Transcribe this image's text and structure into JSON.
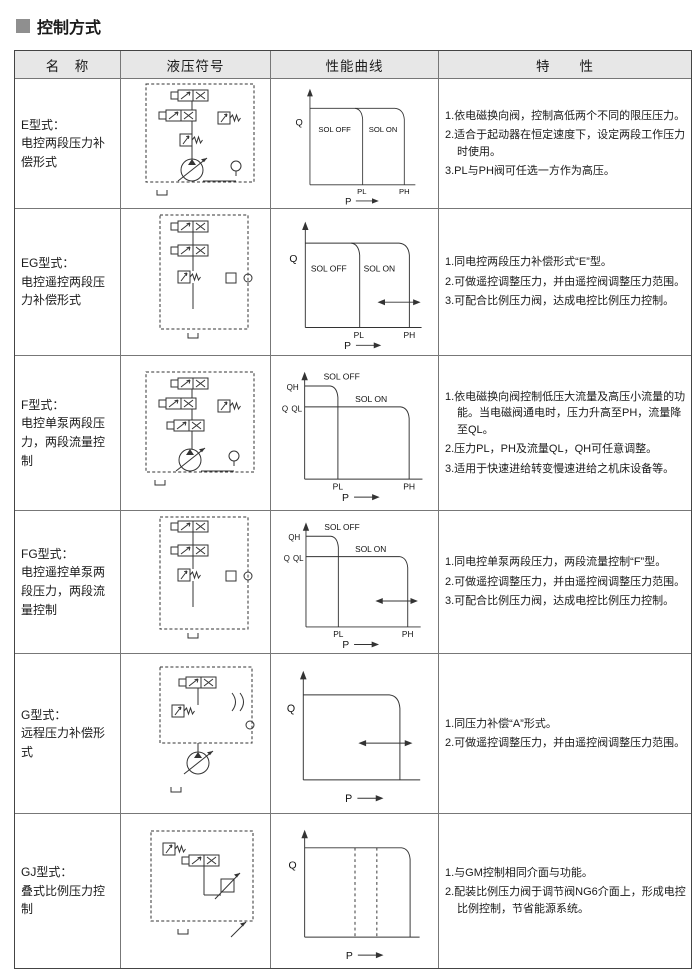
{
  "page": {
    "title": "控制方式"
  },
  "table": {
    "headers": [
      "名　称",
      "液压符号",
      "性能曲线",
      "特　　性"
    ],
    "rows": [
      {
        "name_title": "E型式：",
        "name_desc": "电控两段压力补偿形式",
        "curve": {
          "q": "Q",
          "p": "P",
          "sol_off": "SOL OFF",
          "sol_on": "SOL ON",
          "pl": "PL",
          "ph": "PH"
        },
        "traits": [
          "1.依电磁换向阀，控制高低两个不同的限压压力。",
          "2.适合于起动器在恒定速度下，设定两段工作压力时使用。",
          "3.PL与PH阀可任选一方作为高压。"
        ]
      },
      {
        "name_title": "EG型式：",
        "name_desc": "电控遥控两段压力补偿形式",
        "curve": {
          "q": "Q",
          "p": "P",
          "sol_off": "SOL OFF",
          "sol_on": "SOL ON",
          "pl": "PL",
          "ph": "PH"
        },
        "traits": [
          "1.同电控两段压力补偿形式“E”型。",
          "2.可做遥控调整压力，并由遥控阀调整压力范围。",
          "3.可配合比例压力阀，达成电控比例压力控制。"
        ]
      },
      {
        "name_title": "F型式：",
        "name_desc": "电控单泵两段压力，两段流量控制",
        "curve": {
          "q": "Q",
          "p": "P",
          "qh": "QH",
          "ql": "QL",
          "sol_off": "SOL OFF",
          "sol_on": "SOL ON",
          "pl": "PL",
          "ph": "PH"
        },
        "traits": [
          "1.依电磁换向阀控制低压大流量及高压小流量的功能。当电磁阀通电时，压力升高至PH，流量降至QL。",
          "2.压力PL，PH及流量QL，QH可任意调整。",
          "3.适用于快速进给转变慢速进给之机床设备等。"
        ]
      },
      {
        "name_title": "FG型式：",
        "name_desc": "电控遥控单泵两段压力，两段流量控制",
        "curve": {
          "q": "Q",
          "p": "P",
          "qh": "QH",
          "ql": "QL",
          "sol_off": "SOL OFF",
          "sol_on": "SOL ON",
          "pl": "PL",
          "ph": "PH"
        },
        "traits": [
          "1.同电控单泵两段压力，两段流量控制“F”型。",
          "2.可做遥控调整压力，并由遥控阀调整压力范围。",
          "3.可配合比例压力阀，达成电控比例压力控制。"
        ]
      },
      {
        "name_title": "G型式：",
        "name_desc": "远程压力补偿形式",
        "curve": {
          "q": "Q",
          "p": "P"
        },
        "traits": [
          "1.同压力补偿“A”形式。",
          "2.可做遥控调整压力，并由遥控阀调整压力范围。"
        ]
      },
      {
        "name_title": "GJ型式：",
        "name_desc": "叠式比例压力控制",
        "curve": {
          "q": "Q",
          "p": "P"
        },
        "traits": [
          "1.与GM控制相同介面与功能。",
          "2.配装比例压力阀于调节阀NG6介面上，形成电控比例控制，节省能源系统。"
        ]
      }
    ]
  }
}
